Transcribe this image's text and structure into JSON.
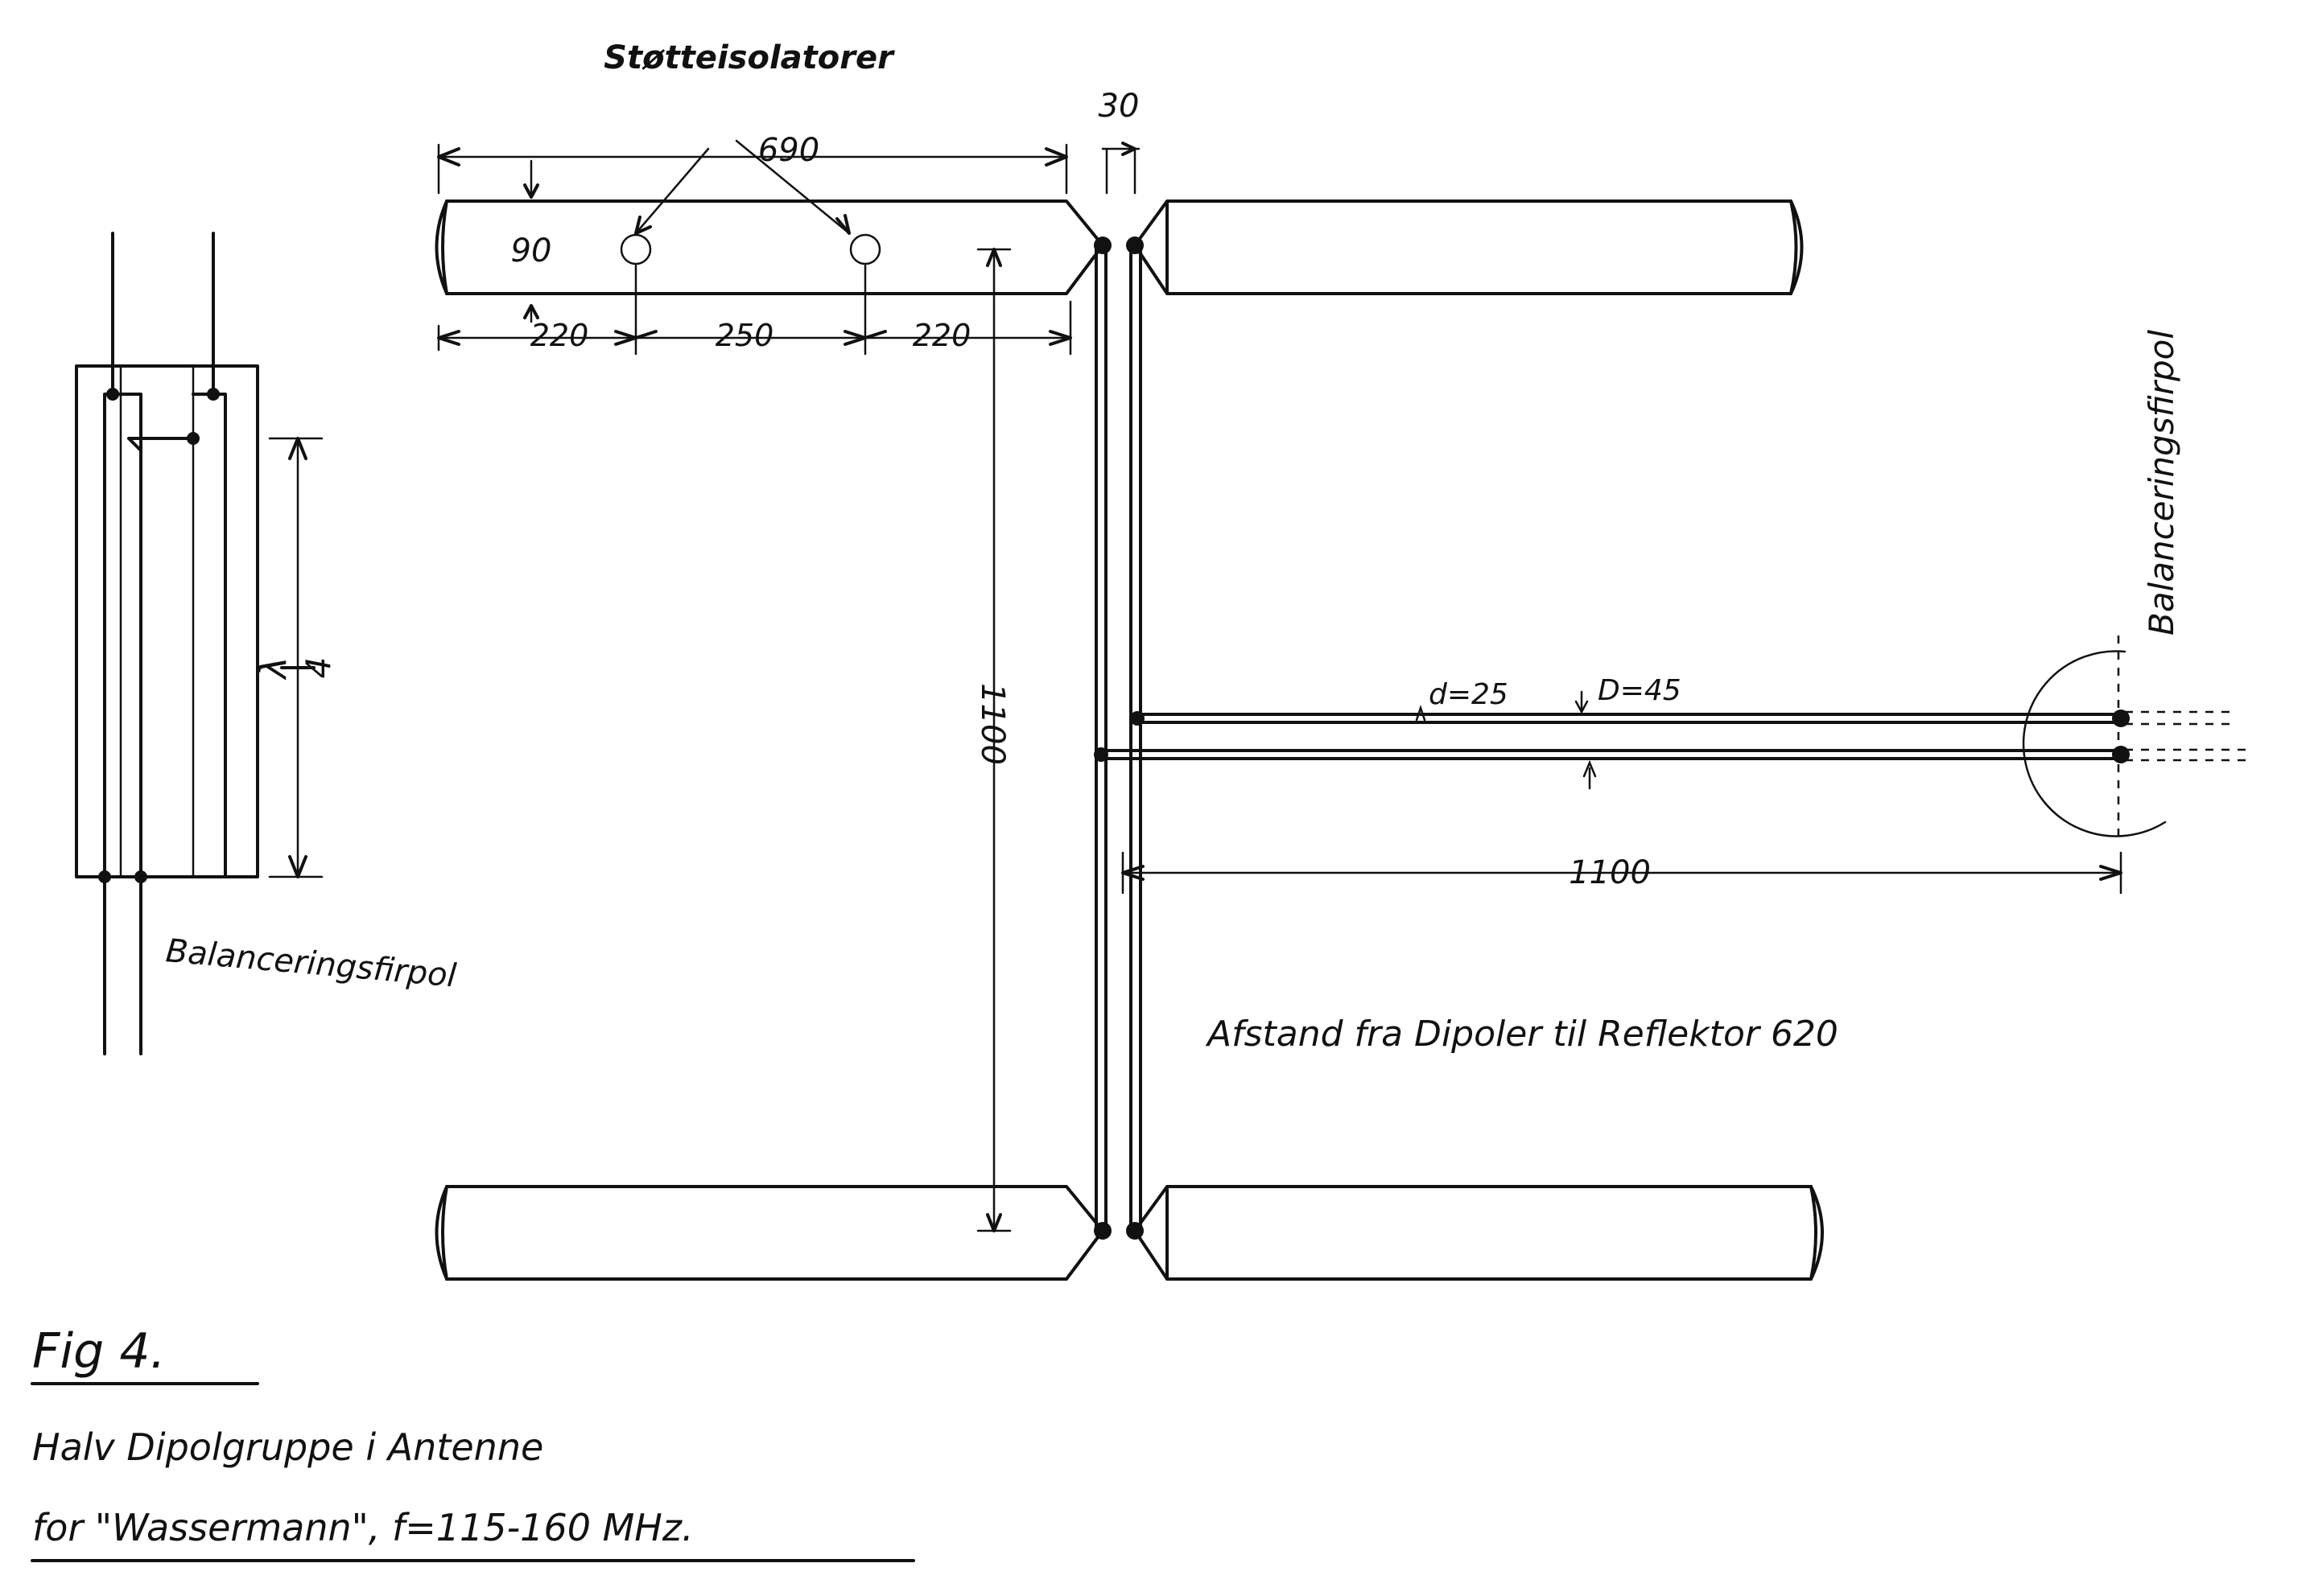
{
  "labels": {
    "stotteisolatorer": "Støtteisolatorer",
    "dim_690": "690",
    "dim_30": "30",
    "dim_90": "90",
    "dim_220_left": "220",
    "dim_250": "250",
    "dim_220_right": "220",
    "dim_1100_vertical": "1100",
    "dim_1100_horizontal": "1100",
    "d_25": "d=25",
    "D_45": "D=45",
    "lambda": "λ",
    "lambda_div": "4",
    "balancering_left": "Balanceringsfirpol",
    "balancering_right": "Balanceringsfirpol",
    "afstand": "Afstand fra Dipoler til Reflektor 620"
  },
  "caption": {
    "fig": "Fig 4.",
    "line1": "Halv Dipolgruppe i Antenne",
    "line2": "for \"Wassermann\", f=115-160 MHz."
  }
}
